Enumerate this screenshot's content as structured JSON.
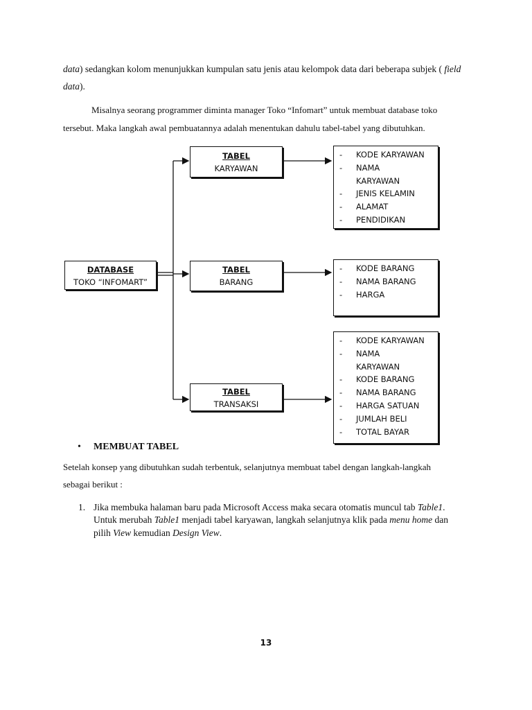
{
  "paragraph1": {
    "line1_a": "data",
    "line1_b": ") sedangkan kolom menunjukkan kumpulan satu jenis atau kelompok data dari beberapa subjek ( ",
    "line1_c": "field",
    "line2_a": "data",
    "line2_b": ")."
  },
  "paragraph2": {
    "line1": "Misalnya seorang programmer diminta manager Toko “Infomart” untuk membuat database toko",
    "line2": "tersebut. Maka langkah awal pembuatannya adalah menentukan dahulu tabel-tabel yang dibutuhkan."
  },
  "diagram": {
    "database": {
      "title": "DATABASE",
      "subtitle": "TOKO “INFOMART”"
    },
    "tables": [
      {
        "title": "TABEL",
        "subtitle": "KARYAWAN",
        "fields": [
          "KODE KARYAWAN",
          "NAMA",
          "KARYAWAN",
          "JENIS KELAMIN",
          "ALAMAT",
          "PENDIDIKAN"
        ],
        "dashes": [
          "-",
          "-",
          "",
          "-",
          "-",
          "-"
        ]
      },
      {
        "title": "TABEL",
        "subtitle": "BARANG",
        "fields": [
          "KODE BARANG",
          "NAMA BARANG",
          "HARGA"
        ],
        "dashes": [
          "-",
          "-",
          "-"
        ]
      },
      {
        "title": "TABEL",
        "subtitle": "TRANSAKSI",
        "fields": [
          "KODE KARYAWAN",
          "NAMA",
          "KARYAWAN",
          "KODE BARANG",
          "NAMA BARANG",
          "HARGA SATUAN",
          "JUMLAH BELI",
          "TOTAL BAYAR"
        ],
        "dashes": [
          "-",
          "-",
          "",
          "-",
          "-",
          "-",
          "-",
          "-"
        ]
      }
    ]
  },
  "section": {
    "bullet": "•",
    "heading": "MEMBUAT TABEL"
  },
  "paragraph3": {
    "line1": "Setelah konsep yang dibutuhkan sudah terbentuk, selanjutnya membuat tabel dengan langkah-langkah",
    "line2": "sebagai berikut :"
  },
  "step1": {
    "number": "1.",
    "l1_a": "Jika membuka halaman baru pada Microsoft Access maka secara otomatis muncul tab ",
    "l1_b": "Table1",
    "l1_c": ".",
    "l2_a": "Untuk merubah ",
    "l2_b": "Table1",
    "l2_c": " menjadi tabel karyawan, langkah selanjutnya klik pada ",
    "l2_d": "menu home",
    "l2_e": " dan",
    "l3_a": "pilih ",
    "l3_b": "View",
    "l3_c": " kemudian ",
    "l3_d": "Design View",
    "l3_e": "."
  },
  "page_number": "13"
}
